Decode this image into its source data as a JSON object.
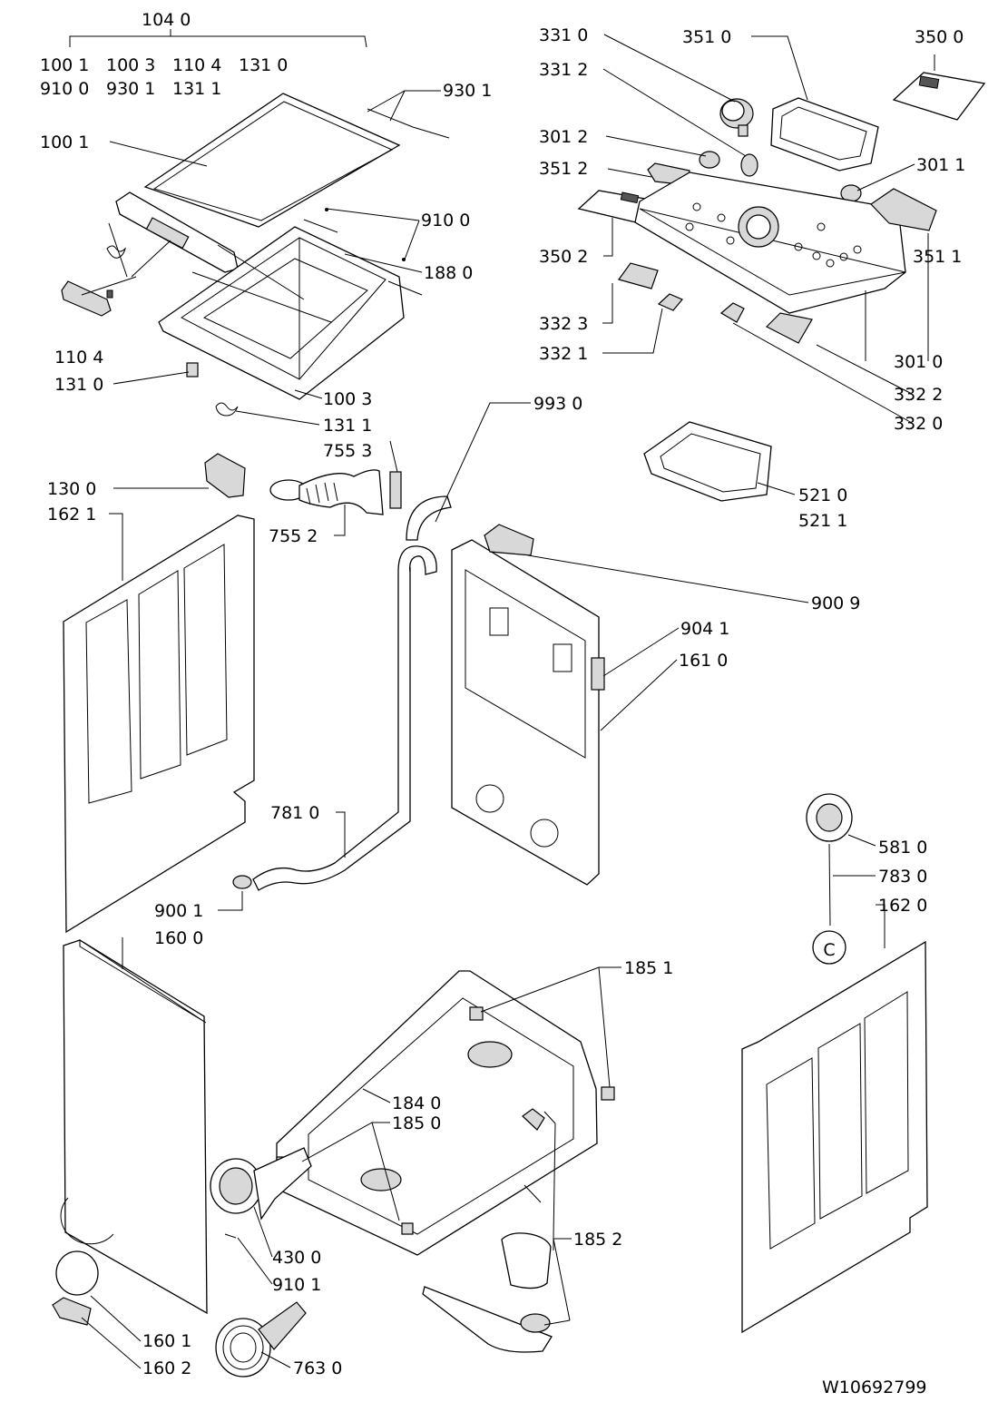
{
  "drawing_id": "W10692799",
  "circle_marker": "C",
  "labels": {
    "l_1040": "104 0",
    "g_top_1": [
      "100 1",
      "100 3",
      "110 4",
      "131 0"
    ],
    "g_top_2": [
      "910 0",
      "930 1",
      "131 1"
    ],
    "l_9301": "930 1",
    "l_1001": "100 1",
    "l_9100": "910 0",
    "l_1880": "188 0",
    "l_1104": "110 4",
    "l_1310": "131 0",
    "l_1003": "100 3",
    "l_1311": "131 1",
    "l_7553": "755 3",
    "l_1300": "130 0",
    "l_1621": "162 1",
    "l_7552": "755 2",
    "l_9930": "993 0",
    "l_3310": "331 0",
    "l_3312": "331 2",
    "l_3510": "351 0",
    "l_3500": "350 0",
    "l_3012": "301 2",
    "l_3512": "351 2",
    "l_3011": "301 1",
    "l_3502": "350 2",
    "l_3323": "332 3",
    "l_3321": "332 1",
    "l_3511": "351 1",
    "l_3010": "301 0",
    "l_3322": "332 2",
    "l_3320": "332 0",
    "l_5210": "521 0",
    "l_5211": "521 1",
    "l_9009": "900 9",
    "l_9041": "904 1",
    "l_1610": "161 0",
    "l_7810": "781 0",
    "l_9001": "900 1",
    "l_1600": "160 0",
    "l_5810": "581 0",
    "l_7830": "783 0",
    "l_1620": "162 0",
    "l_1851": "185 1",
    "l_1840": "184 0",
    "l_1850": "185 0",
    "l_1852": "185 2",
    "l_4300": "430 0",
    "l_9101": "910 1",
    "l_1601": "160 1",
    "l_1602": "160 2",
    "l_7630": "763 0"
  }
}
